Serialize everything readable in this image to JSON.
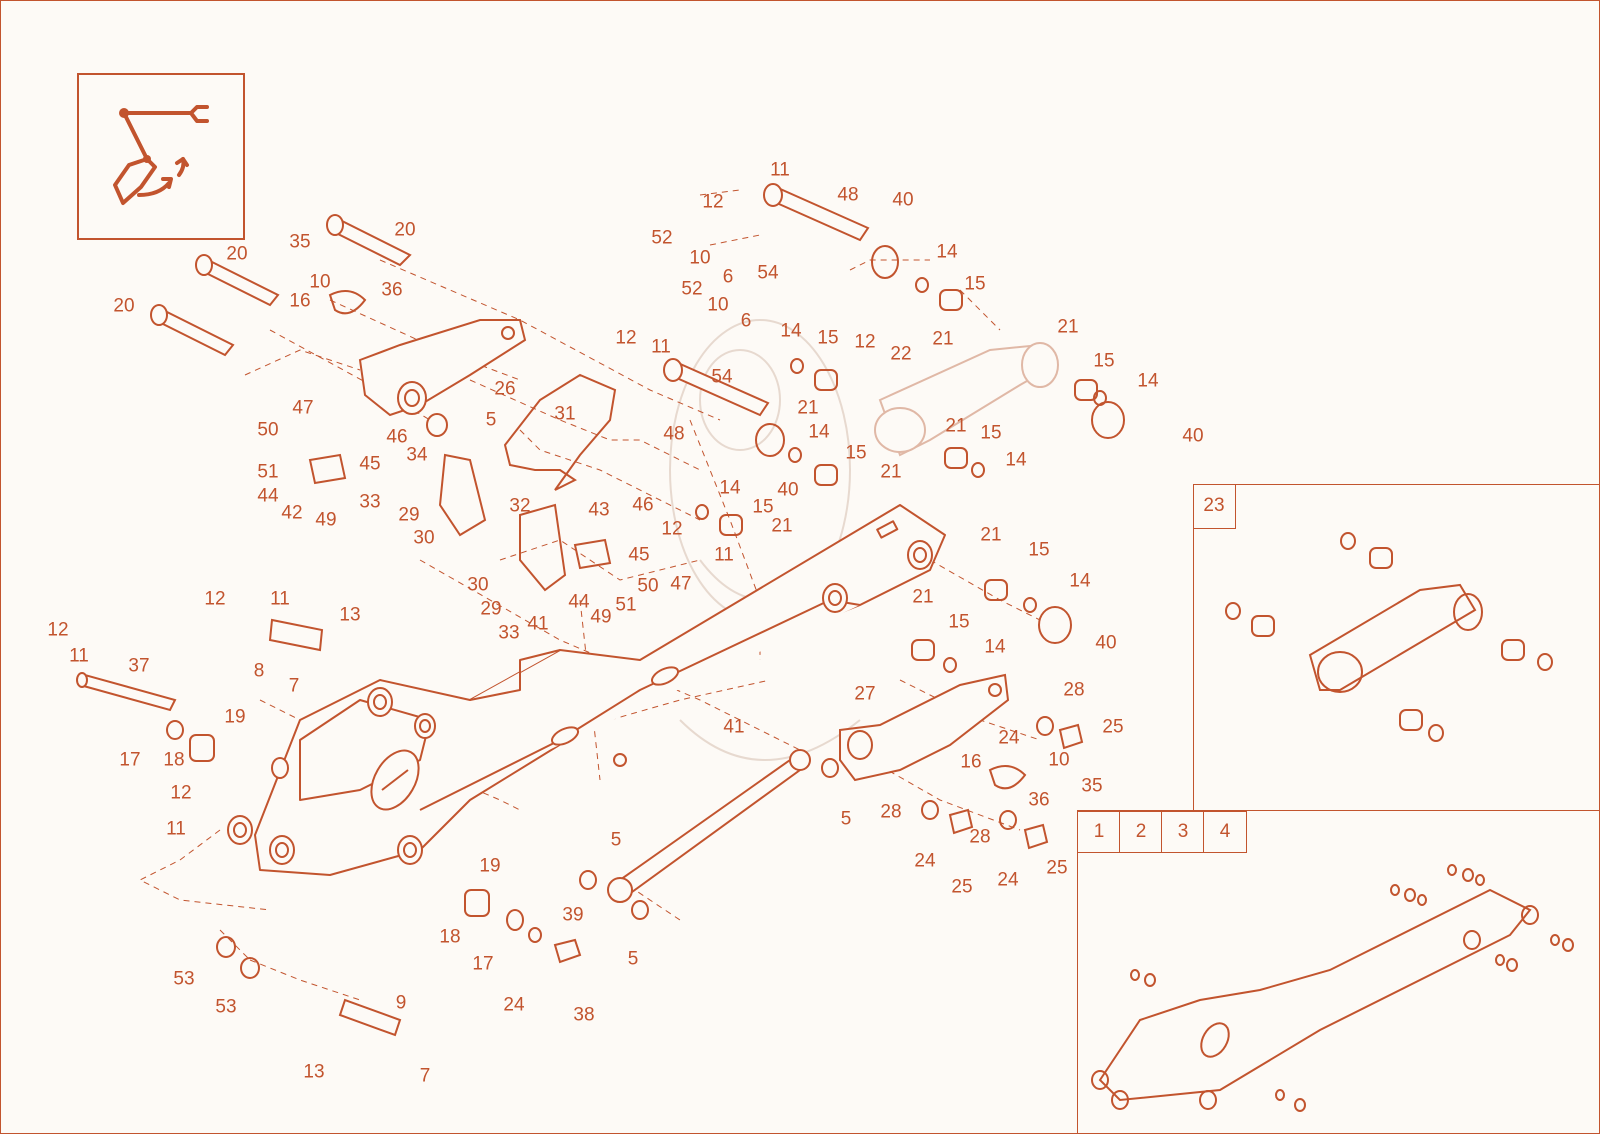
{
  "colors": {
    "line": "#c2542e",
    "ghost": "#e7d9cf",
    "background": "#fdfaf6"
  },
  "icons": {
    "mode": "bucket-curl-icon"
  },
  "detail_23": {
    "label": "23"
  },
  "variant_tabs": [
    "1",
    "2",
    "3",
    "4"
  ],
  "callouts": {
    "c11a": "11",
    "c12a": "12",
    "c48a": "48",
    "c40a": "40",
    "c52a": "52",
    "c10a": "10",
    "c6a": "6",
    "c54a": "54",
    "c14a": "14",
    "c15a": "15",
    "c21a": "21",
    "c20a": "20",
    "c35a": "35",
    "c10b": "10",
    "c36a": "36",
    "c20b": "20",
    "c16a": "16",
    "c20c": "20",
    "c52b": "52",
    "c10c": "10",
    "c6b": "6",
    "c12b": "12",
    "c11b": "11",
    "c54b": "54",
    "c14b": "14",
    "c15b": "15",
    "c12c": "12",
    "c22a": "22",
    "c21b": "21",
    "c21c": "21",
    "c15c": "15",
    "c14c": "14",
    "c40b": "40",
    "c26a": "26",
    "c5a": "5",
    "c31a": "31",
    "c47a": "47",
    "c50a": "50",
    "c46a": "46",
    "c48b": "48",
    "c14d": "14",
    "c15d": "15",
    "c21d": "21",
    "c15e": "15",
    "c14e": "14",
    "c51a": "51",
    "c45a": "45",
    "c34a": "34",
    "c40c": "40",
    "c21e": "21",
    "c44a": "44",
    "c42a": "42",
    "c49a": "49",
    "c33a": "33",
    "c29a": "29",
    "c30a": "30",
    "c32a": "32",
    "c43a": "43",
    "c46b": "46",
    "c14f": "14",
    "c15f": "15",
    "c21f": "21",
    "c12d": "12",
    "c11c": "11",
    "c45b": "45",
    "c21g": "21",
    "c15g": "15",
    "c14g": "14",
    "c30b": "30",
    "c29b": "29",
    "c44b": "44",
    "c49b": "49",
    "c51b": "51",
    "c50b": "50",
    "c47b": "47",
    "c33b": "33",
    "c41a": "41",
    "c21h": "21",
    "c15h": "15",
    "c14h": "14",
    "c40d": "40",
    "c12e": "12",
    "c11d": "11",
    "c13a": "13",
    "c8a": "8",
    "c7a": "7",
    "c12f": "12",
    "c11e": "11",
    "c37a": "37",
    "c19a": "19",
    "c17a": "17",
    "c18a": "18",
    "c12g": "12",
    "c11f": "11",
    "c41b": "41",
    "c27a": "27",
    "c28a": "28",
    "c25a": "25",
    "c24a": "24",
    "c16b": "16",
    "c10d": "10",
    "c36b": "36",
    "c35b": "35",
    "c5b": "5",
    "c28b": "28",
    "c28c": "28",
    "c24b": "24",
    "c25b": "25",
    "c24c": "24",
    "c25c": "25",
    "c5c": "5",
    "c19b": "19",
    "c18b": "18",
    "c39a": "39",
    "c17b": "17",
    "c24d": "24",
    "c38a": "38",
    "c5d": "5",
    "c53a": "53",
    "c53b": "53",
    "c9a": "9",
    "c13b": "13",
    "c7b": "7"
  }
}
